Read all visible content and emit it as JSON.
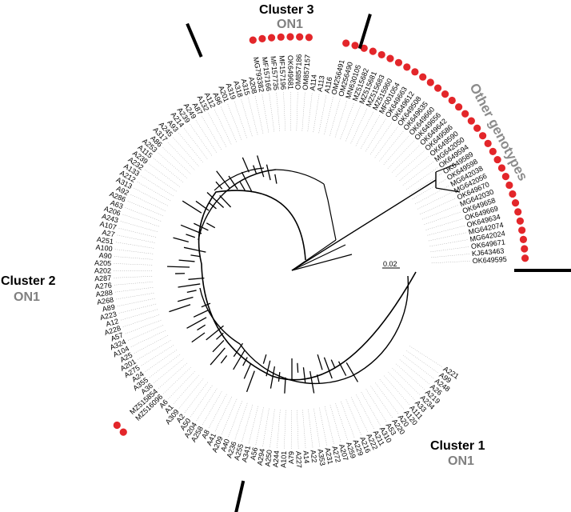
{
  "figure": {
    "colors": {
      "reference_marker": "#e3262a",
      "branch": "#000000",
      "guide": "#9a9a9a",
      "genotype_label": "#808080"
    },
    "scale_bar": {
      "label": "0.02"
    },
    "labels": {
      "cluster1_title": "Cluster 1",
      "cluster1_genotype": "ON1",
      "cluster2_title": "Cluster 2",
      "cluster2_genotype": "ON1",
      "cluster3_title": "Cluster 3",
      "cluster3_genotype": "ON1",
      "other": "Other genotypes"
    }
  },
  "leaves": [
    {
      "name": "OK649595",
      "ref": true
    },
    {
      "name": "KJ643463",
      "ref": true
    },
    {
      "name": "OK649671",
      "ref": true
    },
    {
      "name": "MG642024",
      "ref": true
    },
    {
      "name": "MG642074",
      "ref": true
    },
    {
      "name": "OK649634",
      "ref": true
    },
    {
      "name": "OK649669",
      "ref": true
    },
    {
      "name": "OK649658",
      "ref": true
    },
    {
      "name": "MG642030",
      "ref": true
    },
    {
      "name": "OK649670",
      "ref": true
    },
    {
      "name": "MG642056",
      "ref": true
    },
    {
      "name": "MG642038",
      "ref": true
    },
    {
      "name": "OK649598",
      "ref": true
    },
    {
      "name": "OK649589",
      "ref": true
    },
    {
      "name": "OK649594",
      "ref": true
    },
    {
      "name": "MG642050",
      "ref": true
    },
    {
      "name": "OK649590",
      "ref": true
    },
    {
      "name": "OK649586",
      "ref": true
    },
    {
      "name": "OK649642",
      "ref": true
    },
    {
      "name": "OK649656",
      "ref": true
    },
    {
      "name": "OK649660",
      "ref": true
    },
    {
      "name": "OK649635",
      "ref": true
    },
    {
      "name": "OK649508",
      "ref": true
    },
    {
      "name": "OK649612",
      "ref": true
    },
    {
      "name": "OK649663",
      "ref": true
    },
    {
      "name": "MF001054",
      "ref": true
    },
    {
      "name": "MZ515960",
      "ref": true
    },
    {
      "name": "MZ515683",
      "ref": true
    },
    {
      "name": "MZ515681",
      "ref": true
    },
    {
      "name": "MZ515682",
      "ref": true
    },
    {
      "name": "MN630105",
      "ref": true
    },
    {
      "name": "OM256490",
      "ref": true
    },
    {
      "name": "OM256491",
      "ref": true
    },
    {
      "name": "A116",
      "ref": false
    },
    {
      "name": "A113",
      "ref": false
    },
    {
      "name": "A114",
      "ref": false
    },
    {
      "name": "OM857157",
      "ref": true
    },
    {
      "name": "OM857186",
      "ref": true
    },
    {
      "name": "OK649681",
      "ref": true
    },
    {
      "name": "MF157196",
      "ref": true
    },
    {
      "name": "MF157735",
      "ref": true
    },
    {
      "name": "MF157166",
      "ref": true
    },
    {
      "name": "MG793382",
      "ref": true
    },
    {
      "name": "A208",
      "ref": false
    },
    {
      "name": "A315",
      "ref": false
    },
    {
      "name": "A318",
      "ref": false
    },
    {
      "name": "A319",
      "ref": false
    },
    {
      "name": "A201",
      "ref": false
    },
    {
      "name": "A96",
      "ref": false
    },
    {
      "name": "A112",
      "ref": false
    },
    {
      "name": "A132",
      "ref": false
    },
    {
      "name": "A87",
      "ref": false
    },
    {
      "name": "A249",
      "ref": false
    },
    {
      "name": "A239",
      "ref": false
    },
    {
      "name": "A214",
      "ref": false
    },
    {
      "name": "A93",
      "ref": false
    },
    {
      "name": "A245",
      "ref": false
    },
    {
      "name": "A317",
      "ref": false
    },
    {
      "name": "A86",
      "ref": false
    },
    {
      "name": "A253",
      "ref": false
    },
    {
      "name": "A115",
      "ref": false
    },
    {
      "name": "A239",
      "ref": false
    },
    {
      "name": "A232",
      "ref": false
    },
    {
      "name": "A133",
      "ref": false
    },
    {
      "name": "A212",
      "ref": false
    },
    {
      "name": "A313",
      "ref": false
    },
    {
      "name": "A92",
      "ref": false
    },
    {
      "name": "A286",
      "ref": false
    },
    {
      "name": "A63",
      "ref": false
    },
    {
      "name": "A206",
      "ref": false
    },
    {
      "name": "A243",
      "ref": false
    },
    {
      "name": "A107",
      "ref": false
    },
    {
      "name": "A27",
      "ref": false
    },
    {
      "name": "A251",
      "ref": false
    },
    {
      "name": "A100",
      "ref": false
    },
    {
      "name": "A90",
      "ref": false
    },
    {
      "name": "A205",
      "ref": false
    },
    {
      "name": "A202",
      "ref": false
    },
    {
      "name": "A287",
      "ref": false
    },
    {
      "name": "A276",
      "ref": false
    },
    {
      "name": "A288",
      "ref": false
    },
    {
      "name": "A268",
      "ref": false
    },
    {
      "name": "A89",
      "ref": false
    },
    {
      "name": "A223",
      "ref": false
    },
    {
      "name": "A12",
      "ref": false
    },
    {
      "name": "A228",
      "ref": false
    },
    {
      "name": "A57",
      "ref": false
    },
    {
      "name": "A324",
      "ref": false
    },
    {
      "name": "A104",
      "ref": false
    },
    {
      "name": "A25",
      "ref": false
    },
    {
      "name": "A201",
      "ref": false
    },
    {
      "name": "A275",
      "ref": false
    },
    {
      "name": "A24",
      "ref": false
    },
    {
      "name": "A355",
      "ref": false
    },
    {
      "name": "A36",
      "ref": false
    },
    {
      "name": "MZ515854",
      "ref": true
    },
    {
      "name": "MZ516096",
      "ref": true
    },
    {
      "name": "A6",
      "ref": false
    },
    {
      "name": "A1",
      "ref": false
    },
    {
      "name": "A309",
      "ref": false
    },
    {
      "name": "A2",
      "ref": false
    },
    {
      "name": "A50",
      "ref": false
    },
    {
      "name": "A204",
      "ref": false
    },
    {
      "name": "A258",
      "ref": false
    },
    {
      "name": "A8",
      "ref": false
    },
    {
      "name": "A41",
      "ref": false
    },
    {
      "name": "A209",
      "ref": false
    },
    {
      "name": "A40",
      "ref": false
    },
    {
      "name": "A236",
      "ref": false
    },
    {
      "name": "A255",
      "ref": false
    },
    {
      "name": "A341",
      "ref": false
    },
    {
      "name": "A56",
      "ref": false
    },
    {
      "name": "A294",
      "ref": false
    },
    {
      "name": "A250",
      "ref": false
    },
    {
      "name": "A244",
      "ref": false
    },
    {
      "name": "A101",
      "ref": false
    },
    {
      "name": "A79",
      "ref": false
    },
    {
      "name": "A227",
      "ref": false
    },
    {
      "name": "A14",
      "ref": false
    },
    {
      "name": "A22",
      "ref": false
    },
    {
      "name": "A353",
      "ref": false
    },
    {
      "name": "A231",
      "ref": false
    },
    {
      "name": "A272",
      "ref": false
    },
    {
      "name": "A207",
      "ref": false
    },
    {
      "name": "A259",
      "ref": false
    },
    {
      "name": "A229",
      "ref": false
    },
    {
      "name": "A216",
      "ref": false
    },
    {
      "name": "A222",
      "ref": false
    },
    {
      "name": "A211",
      "ref": false
    },
    {
      "name": "A310",
      "ref": false
    },
    {
      "name": "A53",
      "ref": false
    },
    {
      "name": "A220",
      "ref": false
    },
    {
      "name": "A20",
      "ref": false
    },
    {
      "name": "A120",
      "ref": false
    },
    {
      "name": "A111",
      "ref": false
    },
    {
      "name": "A33",
      "ref": false
    },
    {
      "name": "A234",
      "ref": false
    },
    {
      "name": "A219",
      "ref": false
    },
    {
      "name": "A26",
      "ref": false
    },
    {
      "name": "A248",
      "ref": false
    },
    {
      "name": "A99",
      "ref": false
    },
    {
      "name": "A221",
      "ref": false
    }
  ]
}
